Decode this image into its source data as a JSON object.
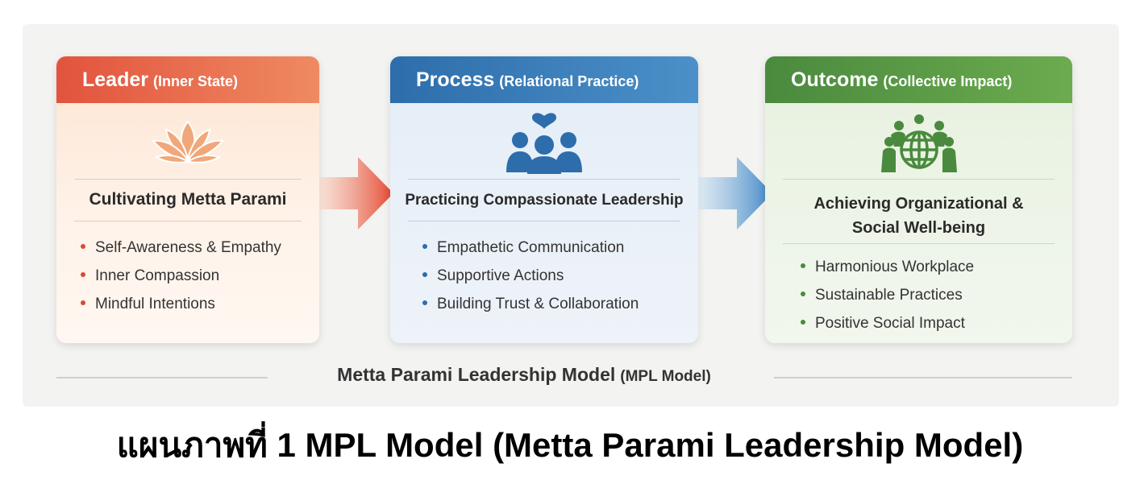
{
  "cards": [
    {
      "title_main": "Leader",
      "title_sub": "(Inner State)",
      "icon": "lotus-icon",
      "heading": "Cultivating Metta Parami",
      "bullets": [
        "Self-Awareness & Empathy",
        "Inner Compassion",
        "Mindful Intentions"
      ],
      "color": "#e2533d"
    },
    {
      "title_main": "Process",
      "title_sub": "(Relational Practice)",
      "icon": "people-heart-icon",
      "heading": "Practicing Compassionate Leadership",
      "bullets": [
        "Empathetic Communication",
        "Supportive Actions",
        "Building Trust & Collaboration"
      ],
      "color": "#2d6dab"
    },
    {
      "title_main": "Outcome",
      "title_sub": "(Collective Impact)",
      "icon": "globe-people-icon",
      "heading_line1": "Achieving Organizational &",
      "heading_line2": "Social Well-being",
      "bullets": [
        "Harmonious Workplace",
        "Sustainable Practices",
        "Positive Social Impact"
      ],
      "color": "#4a8a3e"
    }
  ],
  "footer": {
    "main": "Metta Parami Leadership Model",
    "sub": "(MPL Model)"
  },
  "caption": "แผนภาพที่ 1 MPL Model (Metta Parami Leadership Model)"
}
